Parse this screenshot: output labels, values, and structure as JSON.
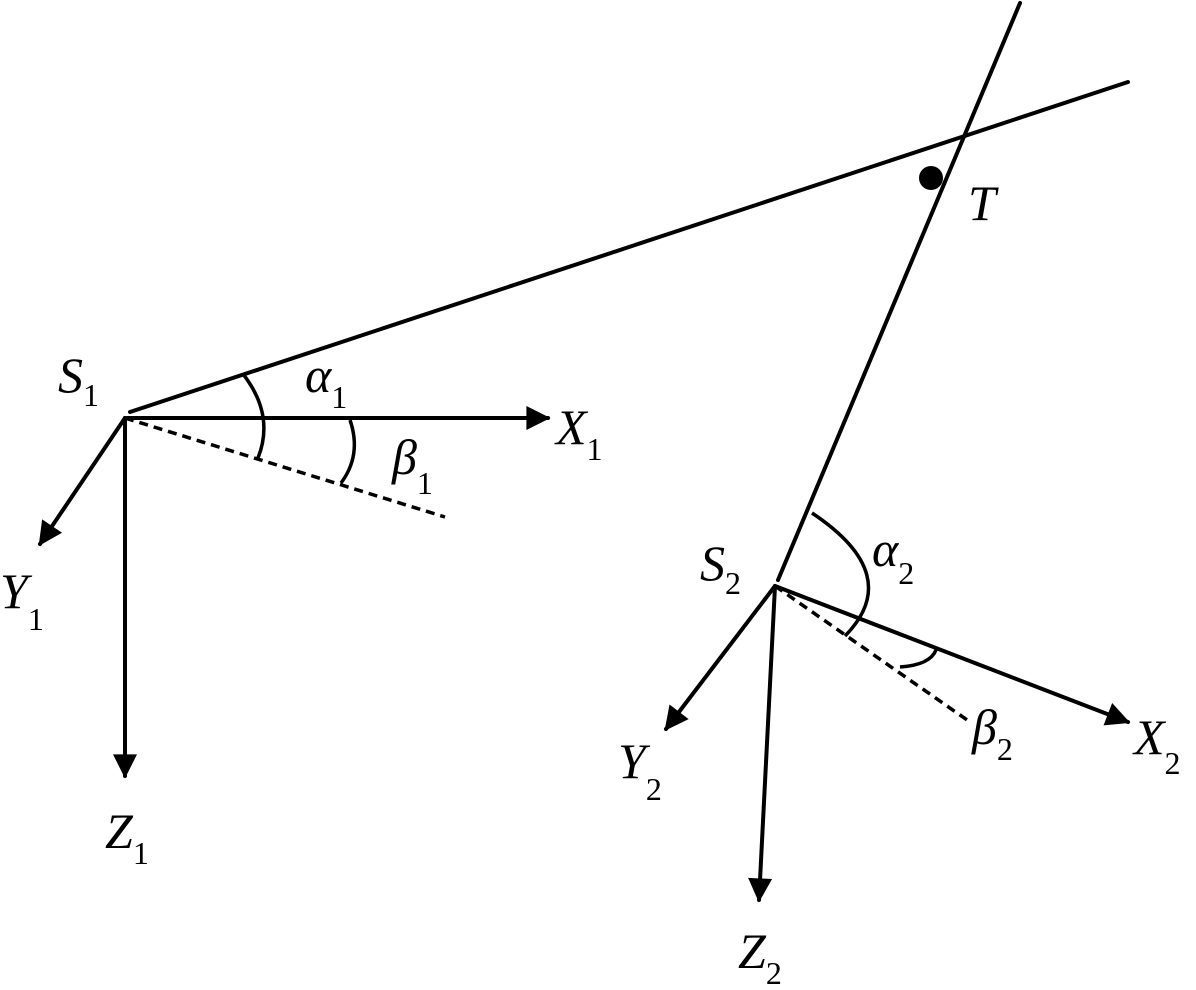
{
  "target": {
    "label": "T"
  },
  "station1": {
    "origin": {
      "main": "S",
      "sub": "1"
    },
    "x_axis": {
      "main": "X",
      "sub": "1"
    },
    "y_axis": {
      "main": "Y",
      "sub": "1"
    },
    "z_axis": {
      "main": "Z",
      "sub": "1"
    },
    "alpha": {
      "main": "α",
      "sub": "1"
    },
    "beta": {
      "main": "β",
      "sub": "1"
    }
  },
  "station2": {
    "origin": {
      "main": "S",
      "sub": "2"
    },
    "x_axis": {
      "main": "X",
      "sub": "2"
    },
    "y_axis": {
      "main": "Y",
      "sub": "2"
    },
    "z_axis": {
      "main": "Z",
      "sub": "2"
    },
    "alpha": {
      "main": "α",
      "sub": "2"
    },
    "beta": {
      "main": "β",
      "sub": "2"
    }
  },
  "colors": {
    "ink": "#000000",
    "background": "#ffffff"
  }
}
